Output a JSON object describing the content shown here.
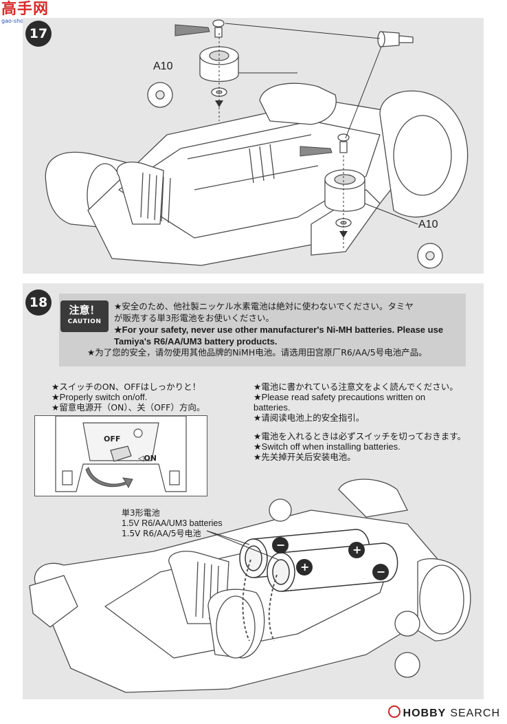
{
  "site_logo": {
    "brand": "高手网",
    "domain": "gao-shou.com"
  },
  "step17": {
    "number": "17",
    "part_label_top": "A10",
    "part_label_bottom": "A10"
  },
  "step18": {
    "number": "18",
    "caution": {
      "badge_ja": "注意！",
      "badge_en": "CAUTION",
      "line_ja_1": "★安全のため、他社製ニッケル水素電池は絶対に使わないでください。タミヤ",
      "line_ja_2": "が販売する単3形電池をお使いください。",
      "line_en_1": "★For your safety, never use other manufacturer's Ni-MH batteries. Please use",
      "line_en_2": "Tamiya's R6/AA/UM3 battery products.",
      "line_cn": "★为了您的安全，请勿使用其他品牌的NiMH电池。请选用田宫原厂R6/AA/5号电池产品。"
    },
    "switch_note": {
      "ja": "★スイッチのON、OFFはしっかりと！",
      "en": "★Properly switch on/off.",
      "cn": "★留意电源开（ON）、关（OFF）方向。"
    },
    "switch_labels": {
      "off": "OFF",
      "on": "◁ON"
    },
    "read_note": {
      "ja": "★電池に書かれている注意文をよく読んでください。",
      "en_1": "★Please read safety precautions written on",
      "en_2": "batteries.",
      "cn": "★请阅读电池上的安全指引。"
    },
    "install_note": {
      "ja": "★電池を入れるときは必ずスイッチを切っておきます。",
      "en": "★Switch off when installing batteries.",
      "cn": "★先关掉开关后安装电池。"
    },
    "battery_label": {
      "ja": "単3形電池",
      "en": "1.5V R6/AA/UM3 batteries",
      "cn": "1.5V R6/AA/5号电池"
    },
    "battery_symbols": {
      "minus": "−",
      "plus": "+"
    }
  },
  "footer": {
    "brand": "HOBBY",
    "suffix": "SEARCH"
  },
  "colors": {
    "panel_bg": "#e6e6e6",
    "caution_bg": "#cfcfcf",
    "badge_bg": "#3a3a3a",
    "logo_red": "#d62b2b"
  }
}
